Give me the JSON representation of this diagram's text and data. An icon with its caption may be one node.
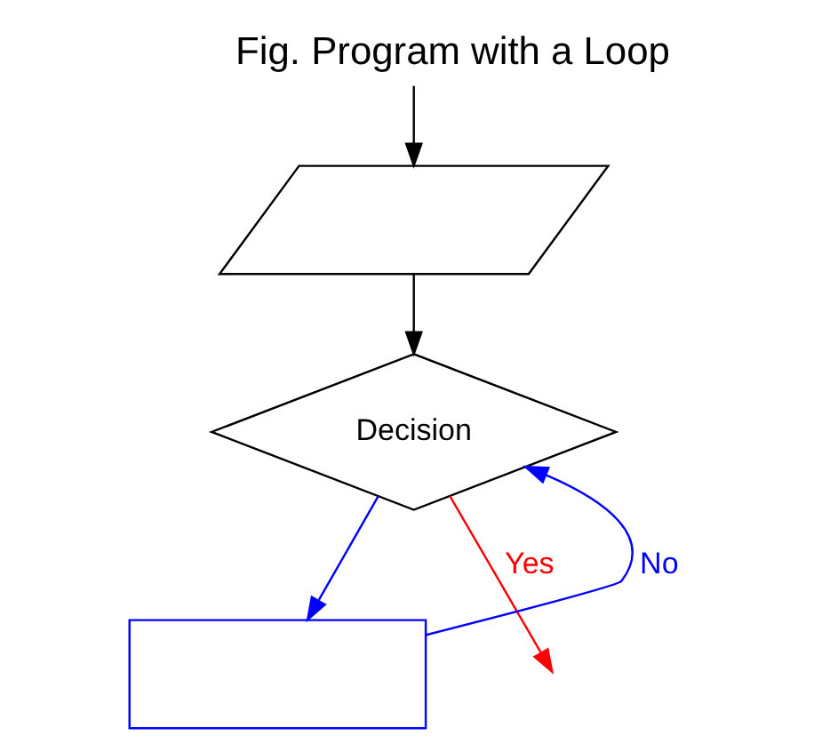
{
  "diagram": {
    "title": "Fig. Program with a Loop",
    "nodes": [
      {
        "text": [],
        "shape": "parallelogram"
      },
      {
        "text": [
          "Decision"
        ]
      },
      {
        "text": [],
        "shape": "box"
      }
    ],
    "edges": [
      {
        "from": null,
        "to": 0,
        "arrow": "to"
      },
      {
        "from": 0,
        "to": 1,
        "arrow": "to"
      },
      {
        "from": 1,
        "to": 2,
        "arrow": "to",
        "color": "#0000ff"
      },
      {
        "from": 2,
        "to": 1,
        "arrow": "to",
        "label": "No",
        "color": "#0000ff"
      },
      {
        "from": 1,
        "to": null,
        "arrow": "to",
        "label": "Yes",
        "color": "#ff0000"
      }
    ]
  }
}
